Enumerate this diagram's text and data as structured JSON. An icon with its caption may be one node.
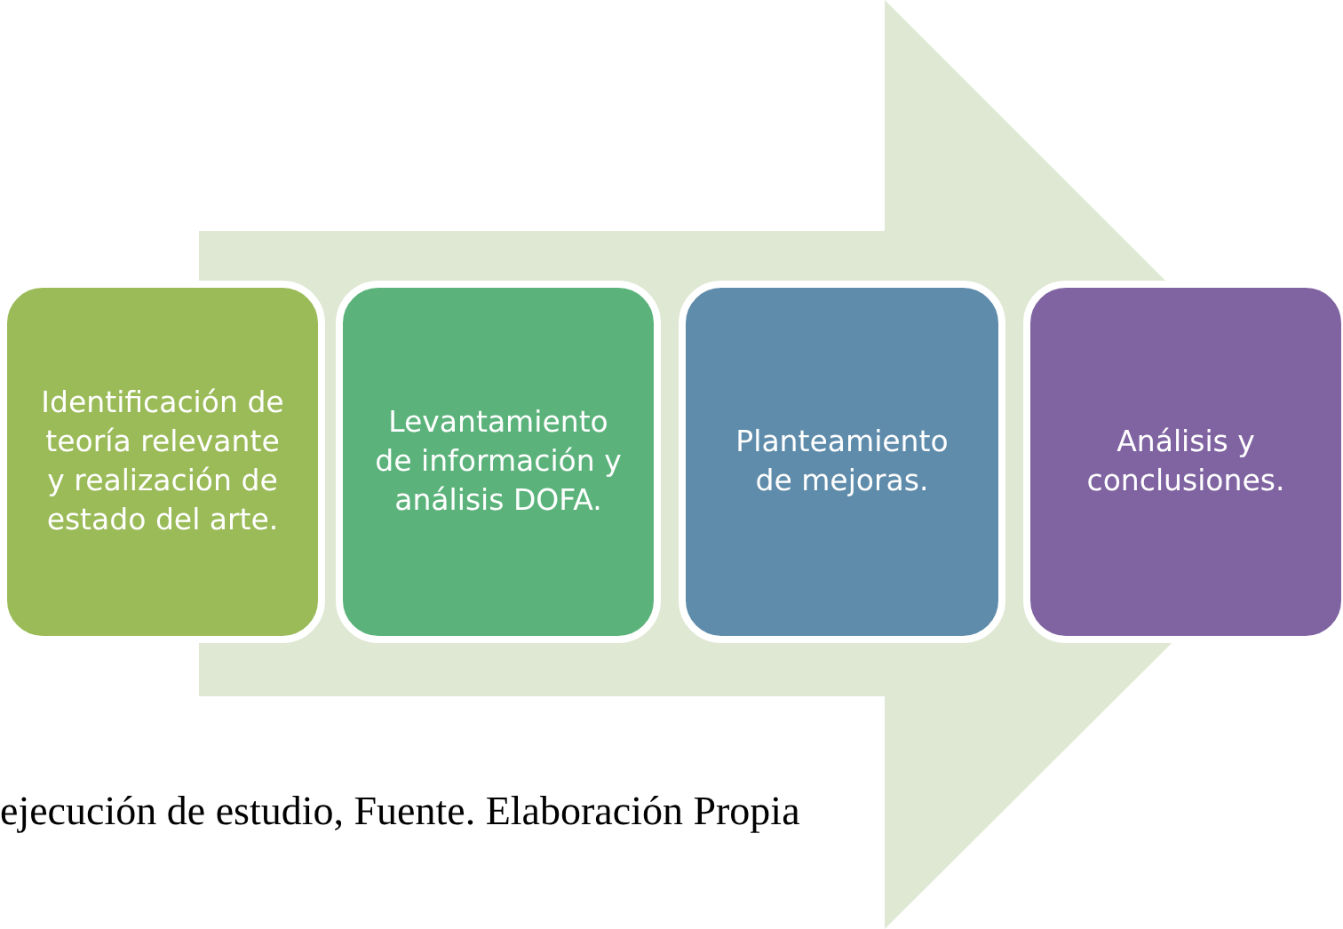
{
  "diagram": {
    "caption": "ejecución de estudio, Fuente. Elaboración Propia",
    "nodes": [
      {
        "text": [
          "Identificación de teoría relevante y realización de estado del arte."
        ]
      },
      {
        "text": [
          "Levantamiento de información y análisis DOFA."
        ]
      },
      {
        "text": [
          "Planteamiento de mejoras."
        ]
      },
      {
        "text": [
          "Análisis y conclusiones."
        ]
      }
    ],
    "edges": [
      {
        "from": 0,
        "to": 3,
        "arrow": "to"
      }
    ]
  }
}
